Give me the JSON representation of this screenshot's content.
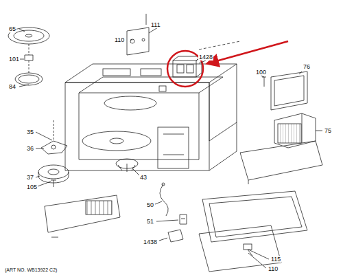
{
  "diagram": {
    "labels": [
      "111",
      "65",
      "110",
      "1428",
      "101",
      "100",
      "76",
      "84",
      "75",
      "35",
      "36",
      "43",
      "37",
      "105",
      "50",
      "51",
      "1438",
      "115",
      "110",
      "(ART NO. WB13922 C2)"
    ]
  }
}
